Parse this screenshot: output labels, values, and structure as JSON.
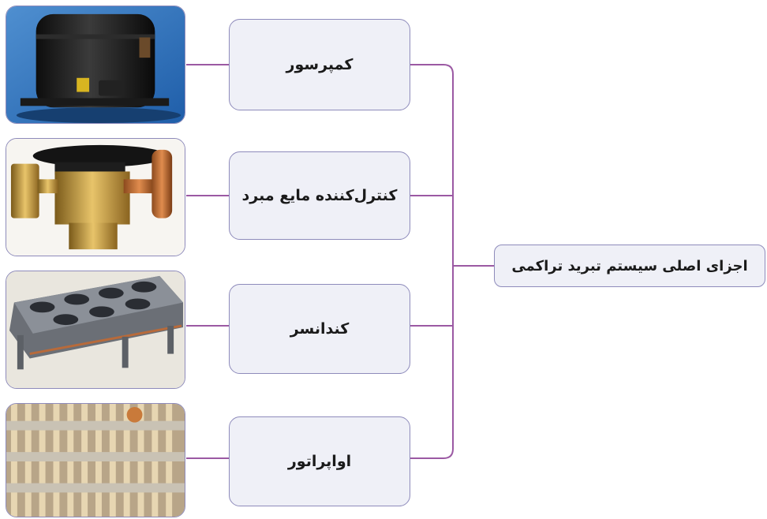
{
  "root": {
    "label": "اجزای اصلی سیستم تبرید تراکمی"
  },
  "components": [
    {
      "label": "کمپرسور",
      "icon": "compressor-photo"
    },
    {
      "label": "کنترل‌کننده مایع مبرد",
      "icon": "expansion-valve-photo"
    },
    {
      "label": "کندانسر",
      "icon": "condenser-photo"
    },
    {
      "label": "اواپراتور",
      "icon": "evaporator-photo"
    }
  ],
  "colors": {
    "node_fill": "#eff0f7",
    "node_border": "#8e8bbb",
    "connector": "#9b59a3"
  }
}
